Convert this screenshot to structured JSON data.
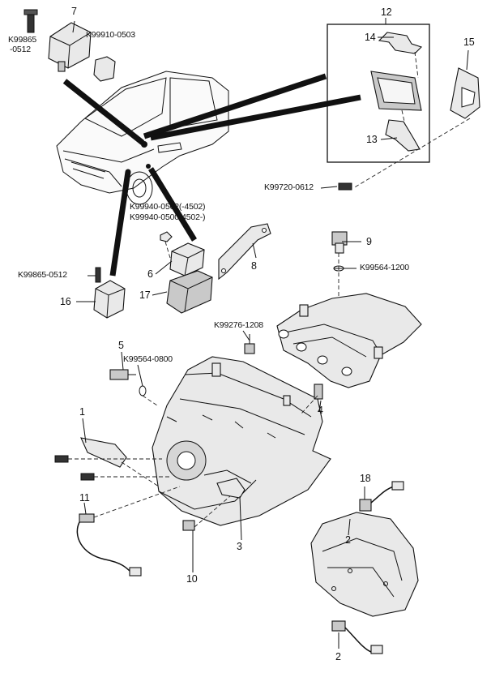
{
  "callouts": {
    "n1": "1",
    "n2": "2",
    "n3": "3",
    "n4": "4",
    "n5": "5",
    "n6": "6",
    "n7": "7",
    "n8": "8",
    "n9": "9",
    "n10": "10",
    "n11": "11",
    "n12": "12",
    "n13": "13",
    "n14": "14",
    "n15": "15",
    "n16": "16",
    "n17": "17",
    "n18": "18"
  },
  "part_numbers": {
    "k99865_0512_top_a": "K99865",
    "k99865_0512_top_b": "-0512",
    "k99910_0503": "K99910-0503",
    "k99720_0612": "K99720-0612",
    "k99940_0502": "K99940-0502(-4502)",
    "k99940_0500": "K99940-0500(4502-)",
    "k99865_0512_left": "K99865-0512",
    "k99564_1200": "K99564-1200",
    "k99276_1208": "K99276-1208",
    "k99564_0800": "K99564-0800"
  }
}
